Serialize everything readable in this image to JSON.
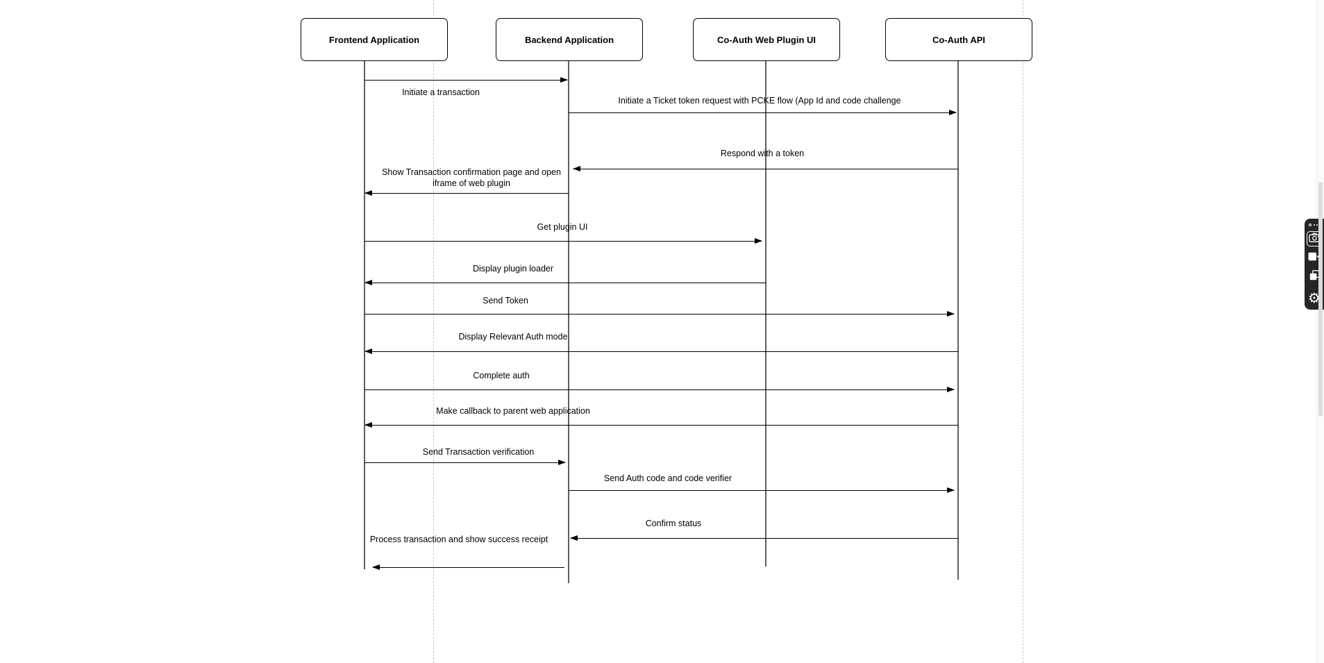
{
  "diagram": {
    "actors": [
      {
        "name": "Frontend Application"
      },
      {
        "name": "Backend Application"
      },
      {
        "name": "Co-Auth Web Plugin UI"
      },
      {
        "name": "Co-Auth API"
      }
    ],
    "messages": [
      {
        "label": "Initiate a transaction",
        "from": "Frontend Application",
        "to": "Backend Application"
      },
      {
        "label": "Initiate a Ticket token request with PCKE flow (App Id and code challenge",
        "from": "Backend Application",
        "to": "Co-Auth API"
      },
      {
        "label": "Respond with a token",
        "from": "Co-Auth API",
        "to": "Backend Application"
      },
      {
        "label": "Show Transaction confirmation page and open iframe of web plugin",
        "from": "Backend Application",
        "to": "Frontend Application"
      },
      {
        "label": "Get plugin UI",
        "from": "Frontend Application",
        "to": "Co-Auth Web Plugin UI"
      },
      {
        "label": "Display plugin loader",
        "from": "Co-Auth Web Plugin UI",
        "to": "Frontend Application"
      },
      {
        "label": "Send Token",
        "from": "Frontend Application",
        "to": "Co-Auth API"
      },
      {
        "label": "Display Relevant Auth mode",
        "from": "Co-Auth API",
        "to": "Frontend Application"
      },
      {
        "label": "Complete auth",
        "from": "Frontend Application",
        "to": "Co-Auth API"
      },
      {
        "label": "Make callback to parent web application",
        "from": "Co-Auth API",
        "to": "Frontend Application"
      },
      {
        "label": "Send Transaction verification",
        "from": "Frontend Application",
        "to": "Backend Application"
      },
      {
        "label": "Send Auth code and code verifier",
        "from": "Backend Application",
        "to": "Co-Auth API"
      },
      {
        "label": "Confirm status",
        "from": "Co-Auth API",
        "to": "Backend Application"
      },
      {
        "label": "Process transaction and show success receipt",
        "from": "Backend Application",
        "to": "Frontend Application"
      }
    ]
  },
  "toolbar": {
    "background": "#262626",
    "icon_color": "#ffffff",
    "icons": [
      {
        "name": "dot-icon"
      },
      {
        "name": "ellipsis-icon"
      },
      {
        "name": "camera-icon",
        "selected": true
      },
      {
        "name": "video-icon"
      },
      {
        "name": "copy-icon"
      },
      {
        "name": "settings-gear-icon"
      }
    ]
  },
  "scrollbar": {
    "track_color": "#fbfbfb",
    "thumb_color": "#dadce0"
  },
  "colors": {
    "stroke": "#000000",
    "lifeline": "#5f5f5f",
    "guide": "#c9c9c9",
    "canvas": "#ffffff"
  }
}
